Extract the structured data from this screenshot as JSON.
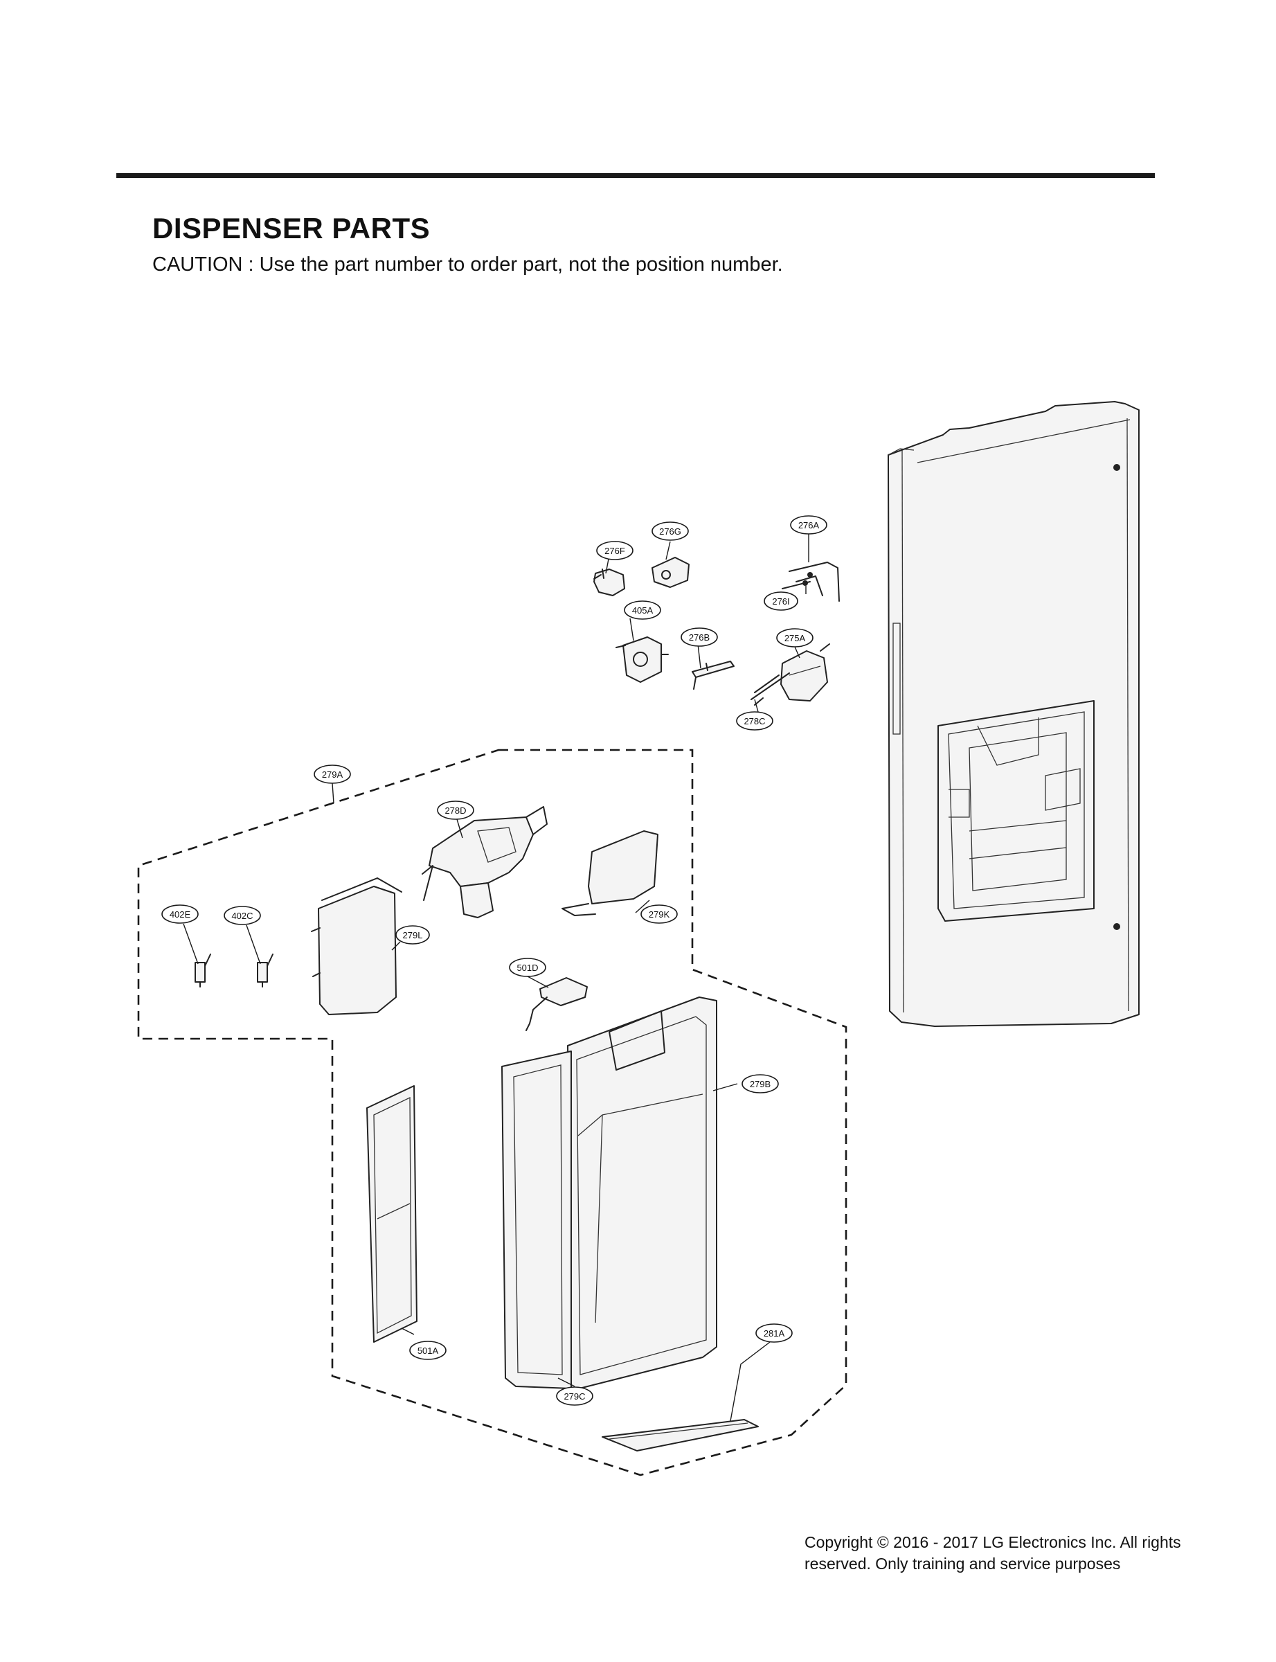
{
  "heading": {
    "title": "DISPENSER PARTS",
    "caution": "CAUTION : Use the part number to order part, not the position number."
  },
  "callouts": [
    {
      "id": "276G",
      "label": "276G"
    },
    {
      "id": "276F",
      "label": "276F"
    },
    {
      "id": "276A",
      "label": "276A"
    },
    {
      "id": "276I",
      "label": "276I"
    },
    {
      "id": "405A",
      "label": "405A"
    },
    {
      "id": "276B",
      "label": "276B"
    },
    {
      "id": "275A",
      "label": "275A"
    },
    {
      "id": "278C",
      "label": "278C"
    },
    {
      "id": "279A",
      "label": "279A"
    },
    {
      "id": "278D",
      "label": "278D"
    },
    {
      "id": "402E",
      "label": "402E"
    },
    {
      "id": "402C",
      "label": "402C"
    },
    {
      "id": "279L",
      "label": "279L"
    },
    {
      "id": "279K",
      "label": "279K"
    },
    {
      "id": "501D",
      "label": "501D"
    },
    {
      "id": "279B",
      "label": "279B"
    },
    {
      "id": "281A",
      "label": "281A"
    },
    {
      "id": "501A",
      "label": "501A"
    },
    {
      "id": "279C",
      "label": "279C"
    }
  ],
  "footer": {
    "copyright_line1": "Copyright © 2016 - 2017 LG Electronics Inc. All rights",
    "copyright_line2": "reserved. Only training and service purposes"
  }
}
